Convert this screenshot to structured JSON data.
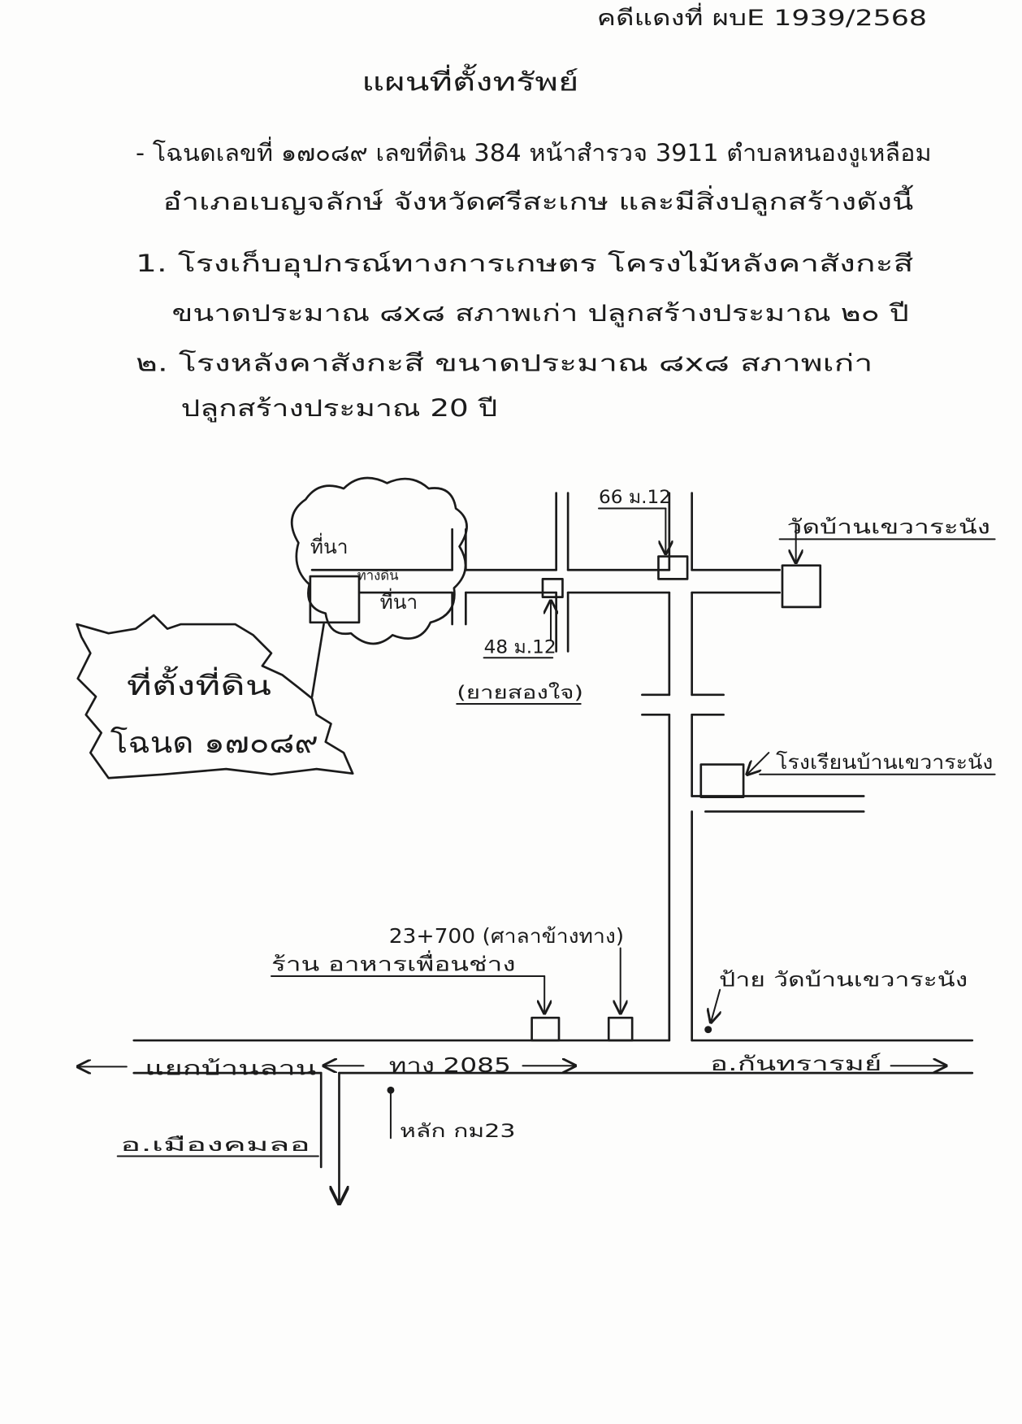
{
  "header": {
    "case_no": "คดีแดงที่ ผบE 1939/2568",
    "title": "แผนที่ตั้งทรัพย์"
  },
  "description": {
    "line1": "- โฉนดเลขที่ ๑๗๐๘๙ เลขที่ดิน 384 หน้าสำรวจ 3911 ตำบลหนองงูเหลือม",
    "line2": "อำเภอเบญจลักษ์ จังหวัดศรีสะเกษ และมีสิ่งปลูกสร้างดังนี้",
    "item1_line1": "1. โรงเก็บอุปกรณ์ทางการเกษตร โครงไม้หลังคาสังกะสี",
    "item1_line2": "ขนาดประมาณ ๘x๘ สภาพเก่า ปลูกสร้างประมาณ ๒๐ ปี",
    "item2_line1": "๒. โรงหลังคาสังกะสี ขนาดประมาณ ๘x๘ สภาพเก่า",
    "item2_line2": "ปลูกสร้างประมาณ 20 ปี"
  },
  "map": {
    "field_label_top": "ที่นา",
    "field_path_label": "ทางดิน",
    "field_label_bottom": "ที่นา",
    "plot_label": "ที่ตั้งที่ดิน",
    "plot_deed": "โฉนด ๑๗๐๘๙",
    "house_66": "66 ม.12",
    "temple": "วัดบ้านเขวาระนัง",
    "house_48": "48 ม.12",
    "house_48_owner": "(ยายสองใจ)",
    "school": "โรงเรียนบ้านเขวาระนัง",
    "sala": "23+700 (ศาลาข้างทาง)",
    "restaurant": "ร้าน อาหารเพื่อนช่าง",
    "temple_sign": "ป้าย วัดบ้านเขวาระนัง",
    "junction": "แยกบ้านลาน",
    "highway": "ทาง 2085",
    "east_district": "อ.กันทรารมย์",
    "km_post": "หลัก กม23",
    "south_district": "อ.เมืองคมลอ"
  }
}
